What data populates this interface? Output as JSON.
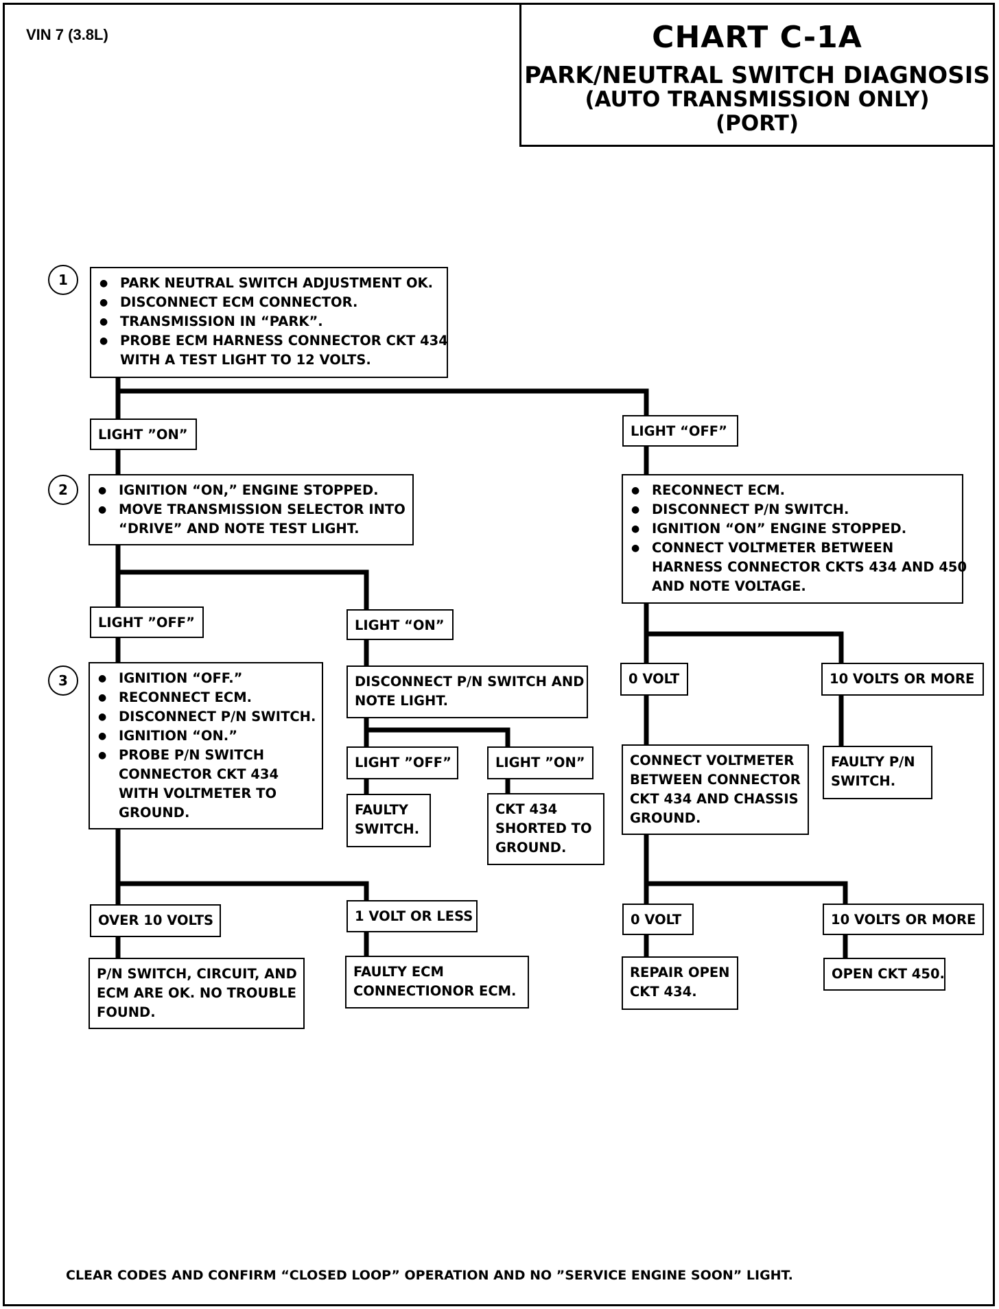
{
  "header": {
    "vin": "VIN 7 (3.8L)",
    "chart_title": "CHART C-1A",
    "subtitle": "PARK/NEUTRAL SWITCH DIAGNOSIS",
    "subtitle2": "(AUTO TRANSMISSION ONLY)",
    "subtitle3": "(PORT)"
  },
  "steps": {
    "s1": "1",
    "s2": "2",
    "s3": "3"
  },
  "box1": [
    "PARK NEUTRAL SWITCH ADJUSTMENT OK.",
    "DISCONNECT ECM CONNECTOR.",
    "TRANSMISSION IN “PARK”.",
    "PROBE ECM HARNESS CONNECTOR CKT 434",
    "WITH A TEST LIGHT TO 12 VOLTS."
  ],
  "box2": [
    "IGNITION “ON,” ENGINE STOPPED.",
    "MOVE TRANSMISSION SELECTOR INTO",
    "“DRIVE” AND NOTE TEST LIGHT."
  ],
  "box3": [
    "IGNITION “OFF.”",
    "RECONNECT ECM.",
    "DISCONNECT P/N SWITCH.",
    "IGNITION “ON.”",
    "PROBE P/N SWITCH",
    "CONNECTOR CKT 434",
    "WITH VOLTMETER TO",
    "GROUND."
  ],
  "box_right": [
    "RECONNECT ECM.",
    "DISCONNECT P/N SWITCH.",
    "IGNITION “ON” ENGINE STOPPED.",
    "CONNECT VOLTMETER BETWEEN",
    "HARNESS CONNECTOR CKTS 434 AND 450",
    "AND NOTE VOLTAGE."
  ],
  "labels": {
    "light_on_1": "LIGHT ”ON”",
    "light_off_1": "LIGHT “OFF”",
    "light_off_2": "LIGHT ”OFF”",
    "light_on_2": "LIGHT “ON”",
    "light_off_3": "LIGHT ”OFF”",
    "light_on_3": "LIGHT ”ON”",
    "over_10": "OVER 10 VOLTS",
    "one_volt": "1 VOLT OR LESS",
    "zero_volt_1": "0 VOLT",
    "ten_volts_1": "10 VOLTS OR MORE",
    "zero_volt_2": "0 VOLT",
    "ten_volts_2": "10 VOLTS OR MORE"
  },
  "results": {
    "disconnect_pn": [
      "DISCONNECT P/N SWITCH AND",
      "NOTE LIGHT."
    ],
    "faulty_switch": [
      "FAULTY",
      "SWITCH."
    ],
    "ckt434_shorted": [
      "CKT 434",
      "SHORTED TO",
      "GROUND."
    ],
    "pn_ok": [
      "P/N SWITCH, CIRCUIT, AND",
      "ECM ARE OK. NO TROUBLE",
      "FOUND."
    ],
    "faulty_ecm": [
      "FAULTY ECM",
      "CONNECTIONOR ECM."
    ],
    "connect_voltmeter": [
      "CONNECT VOLTMETER",
      "BETWEEN CONNECTOR",
      "CKT 434 AND CHASSIS",
      "GROUND."
    ],
    "faulty_pn": [
      "FAULTY P/N",
      "SWITCH."
    ],
    "repair_open": [
      "REPAIR OPEN",
      "CKT 434."
    ],
    "open_450": [
      "OPEN CKT 450."
    ]
  },
  "footer": "CLEAR CODES AND CONFIRM  “CLOSED LOOP” OPERATION AND NO ”SERVICE ENGINE SOON” LIGHT."
}
